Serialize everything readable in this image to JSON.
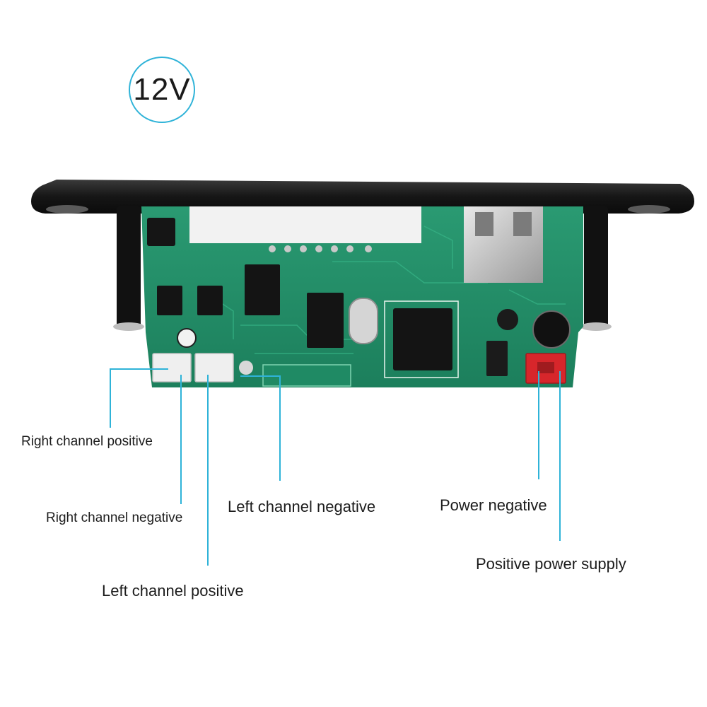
{
  "badge": {
    "voltage": "12V"
  },
  "labels": {
    "right_pos": "Right channel positive",
    "right_neg": "Right channel negative",
    "left_pos": "Left channel positive",
    "left_neg": "Left channel negative",
    "power_neg": "Power negative",
    "power_pos": "Positive power supply"
  },
  "colors": {
    "leader_line": "#2fb3d8",
    "pcb": "#1f8a64",
    "bezel": "#1b1b1b",
    "power_connector": "#d7262b"
  }
}
